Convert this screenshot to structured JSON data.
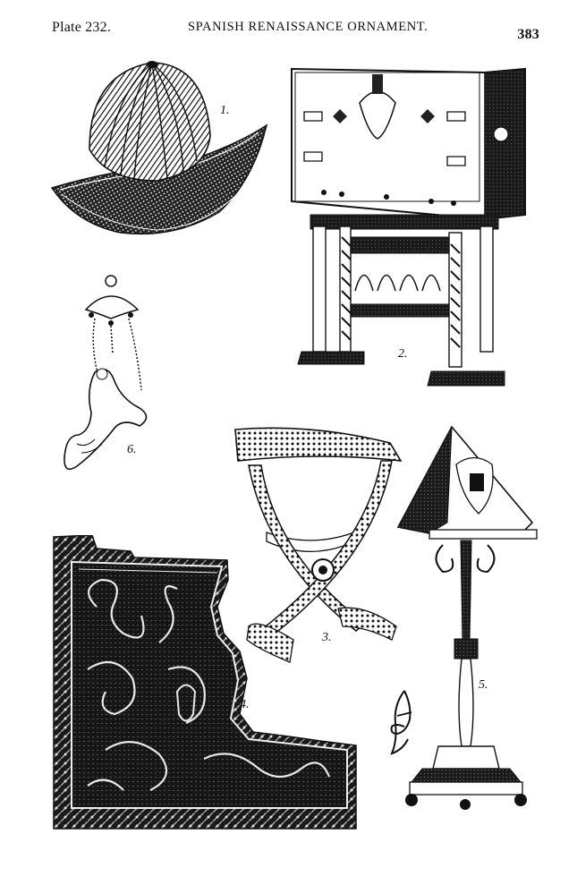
{
  "header": {
    "plate": "Plate 232.",
    "title": "SPANISH RENAISSANCE ORNAMENT.",
    "page_number": "383"
  },
  "figures": [
    {
      "number": "1.",
      "subject": "helmet"
    },
    {
      "number": "2.",
      "subject": "cabinet-on-stand"
    },
    {
      "number": "3.",
      "subject": "x-frame-chair"
    },
    {
      "number": "4.",
      "subject": "embroidered-textile"
    },
    {
      "number": "5.",
      "subject": "lectern"
    },
    {
      "number": "6.",
      "subject": "mermaid-pendant"
    }
  ],
  "colors": {
    "ink": "#111111",
    "paper": "#ffffff"
  }
}
